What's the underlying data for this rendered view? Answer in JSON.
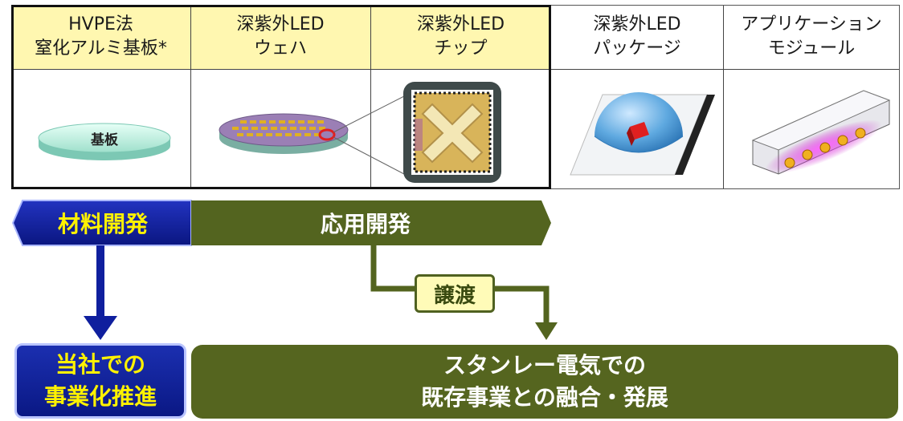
{
  "columns": [
    {
      "line1": "HVPE法",
      "line2": "窒化アルミ基板*"
    },
    {
      "line1": "深紫外LED",
      "line2": "ウェハ"
    },
    {
      "line1": "深紫外LED",
      "line2": "チップ"
    },
    {
      "line1": "深紫外LED",
      "line2": "パッケージ"
    },
    {
      "line1": "アプリケーション",
      "line2": "モジュール"
    }
  ],
  "substrate_label": "基板",
  "material_dev": "材料開発",
  "applied_dev": "応用開発",
  "transfer": "譲渡",
  "company_line1": "当社での",
  "company_line2": "事業化推進",
  "stanley_line1": "スタンレー電気での",
  "stanley_line2": "既存事業との融合・発展",
  "colors": {
    "header_yellow": "#fff7b0",
    "blue": "#0f1f9e",
    "olive": "#53641f",
    "highlight_yellow": "#fff200"
  }
}
